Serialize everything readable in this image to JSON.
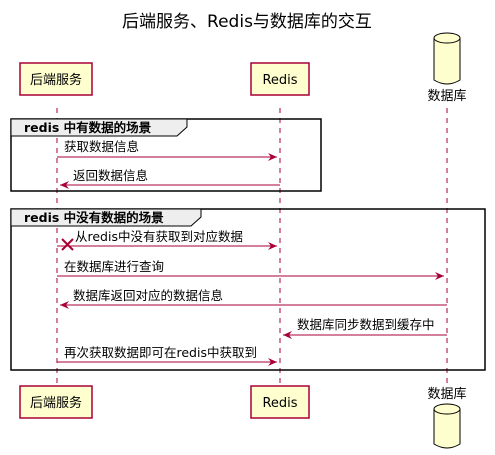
{
  "title": "后端服务、Redis与数据库的交互",
  "participants": {
    "backend": "后端服务",
    "redis": "Redis",
    "db": "数据库"
  },
  "groups": {
    "hit": {
      "label": "redis 中有数据的场景",
      "messages": [
        "获取数据信息",
        "返回数据信息"
      ]
    },
    "miss": {
      "label": "redis 中没有数据的场景",
      "messages": [
        "从redis中没有获取到对应数据",
        "在数据库进行查询",
        "数据库返回对应的数据信息",
        "数据库同步数据到缓存中",
        "再次获取数据即可在redis中获取到"
      ]
    }
  },
  "colors": {
    "arrow": "#A80036",
    "participant_fill": "#FEFECE",
    "participant_border": "#A80036",
    "lifeline": "#A80036"
  }
}
